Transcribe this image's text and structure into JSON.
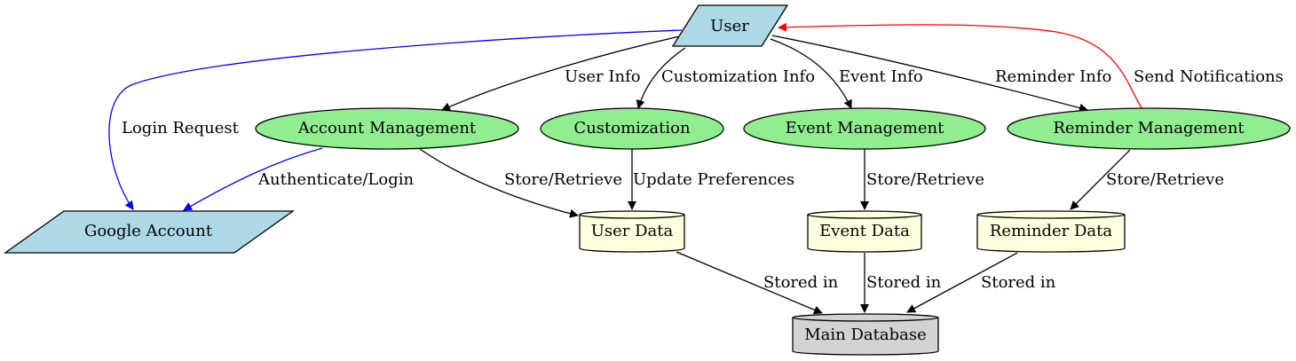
{
  "colors": {
    "external_fill": "#add8e6",
    "process_fill": "#90ee90",
    "store_fill": "#ffffe0",
    "database_fill": "#d3d3d3",
    "edge_default": "#000000",
    "edge_login": "#0000ff",
    "edge_notify": "#ff0000"
  },
  "nodes": {
    "user": "User",
    "google_account": "Google Account",
    "account_management": "Account Management",
    "customization": "Customization",
    "event_management": "Event Management",
    "reminder_management": "Reminder Management",
    "user_data": "User Data",
    "event_data": "Event Data",
    "reminder_data": "Reminder Data",
    "main_database": "Main Database"
  },
  "edges": {
    "user_info": "User Info",
    "customization_info": "Customization Info",
    "event_info": "Event Info",
    "reminder_info": "Reminder Info",
    "send_notifications": "Send Notifications",
    "login_request": "Login Request",
    "authenticate_login": "Authenticate/Login",
    "store_retrieve_user": "Store/Retrieve",
    "update_preferences": "Update Preferences",
    "store_retrieve_event": "Store/Retrieve",
    "store_retrieve_reminder": "Store/Retrieve",
    "stored_in_user": "Stored in",
    "stored_in_event": "Stored in",
    "stored_in_reminder": "Stored in"
  }
}
